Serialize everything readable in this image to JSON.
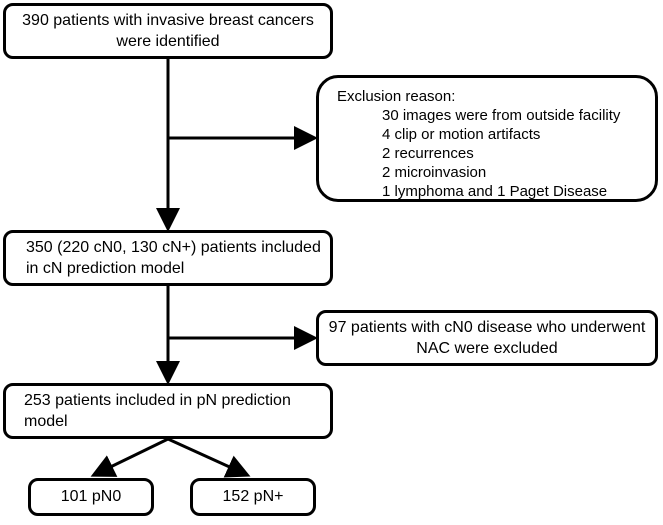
{
  "boxes": {
    "identified": {
      "lines": [
        "390 patients with invasive breast cancers",
        "were identified"
      ]
    },
    "exclusion": {
      "heading": "Exclusion reason:",
      "items": [
        "30 images were from outside facility",
        "4 clip or motion artifacts",
        "2 recurrences",
        "2 microinvasion",
        "1 lymphoma and 1 Paget Disease"
      ]
    },
    "cn_model": {
      "lines": [
        "350 (220 cN0, 130 cN+) patients included",
        "in cN prediction model"
      ]
    },
    "nac_excluded": {
      "lines": [
        "97 patients with cN0 disease who underwent",
        "NAC were excluded"
      ]
    },
    "pn_model": {
      "lines": [
        "253 patients included in pN prediction",
        "model"
      ]
    },
    "pn0": {
      "label": "101 pN0"
    },
    "pn_plus": {
      "label": "152 pN+"
    }
  },
  "colors": {
    "stroke": "#000000",
    "background": "#ffffff"
  }
}
